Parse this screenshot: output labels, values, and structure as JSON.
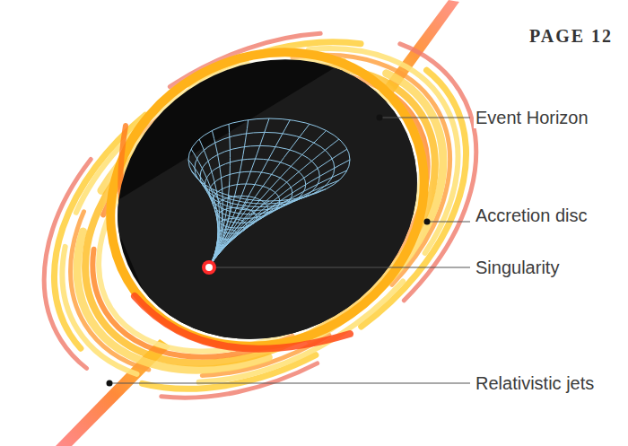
{
  "diagram": {
    "labels": [
      "PAGE 12",
      "Event Horizon",
      "Accretion disc",
      "Singularity",
      "Relativistic jets"
    ]
  }
}
